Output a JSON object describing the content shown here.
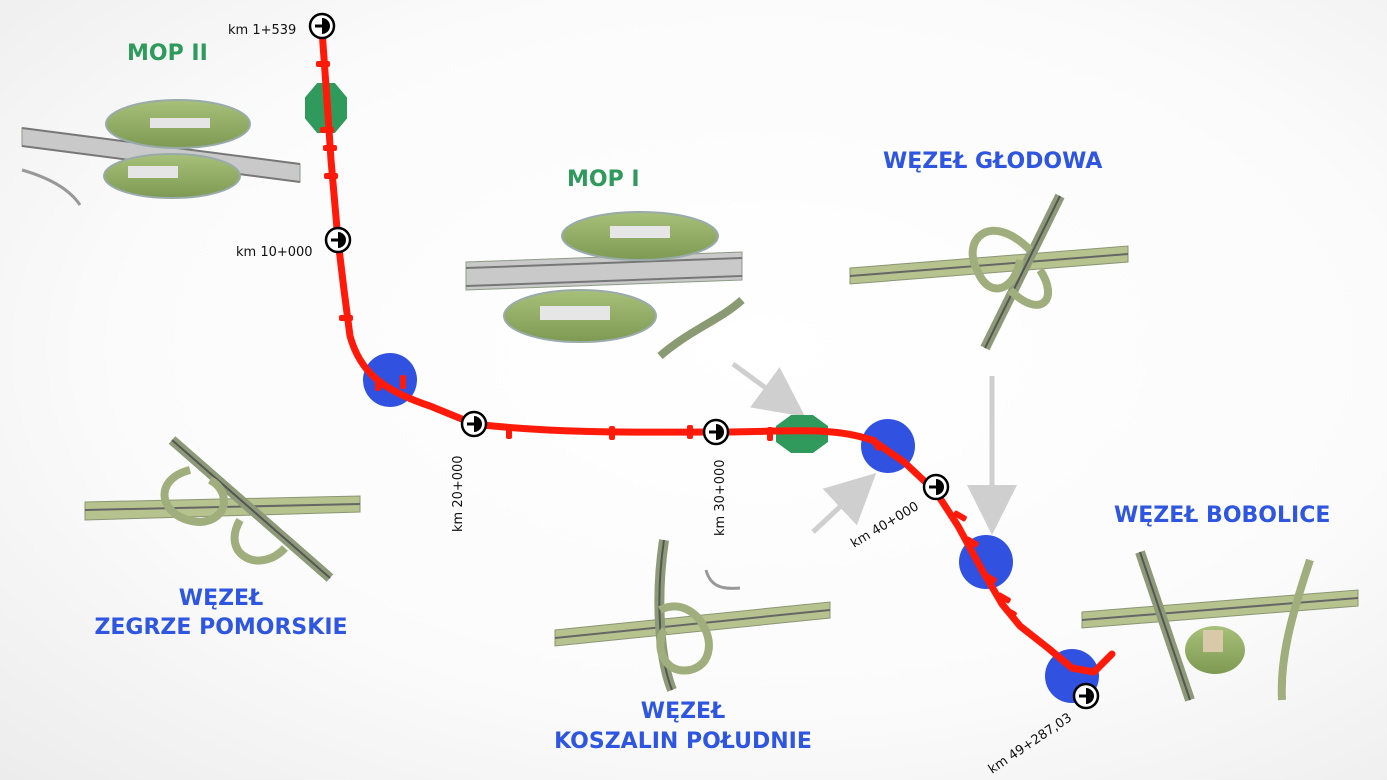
{
  "labels": {
    "mop2": "MOP II",
    "mop1": "MOP I",
    "glodowa": "WĘZEŁ GŁODOWA",
    "bobolice": "WĘZEŁ BOBOLICE",
    "zegrze_line1": "WĘZEŁ",
    "zegrze_line2": "ZEGRZE POMORSKIE",
    "koszalin_line1": "WĘZEŁ",
    "koszalin_line2": "KOSZALIN POŁUDNIE"
  },
  "km_markers": [
    "km 1+539",
    "km 10+000",
    "km 20+000",
    "km 30+000",
    "km 40+000",
    "km 49+287,03"
  ],
  "colors": {
    "route": "#ff1a0a",
    "interchange": "#3152e0",
    "rest_area": "#2f9a5c",
    "label_blue": "#2f56e0",
    "label_green": "#2e9a5c",
    "arrow": "#cfcfcf"
  },
  "icons": {
    "km_marker": "km-marker-icon",
    "interchange": "interchange-circle-icon",
    "rest_area": "rest-area-octagon-icon"
  }
}
